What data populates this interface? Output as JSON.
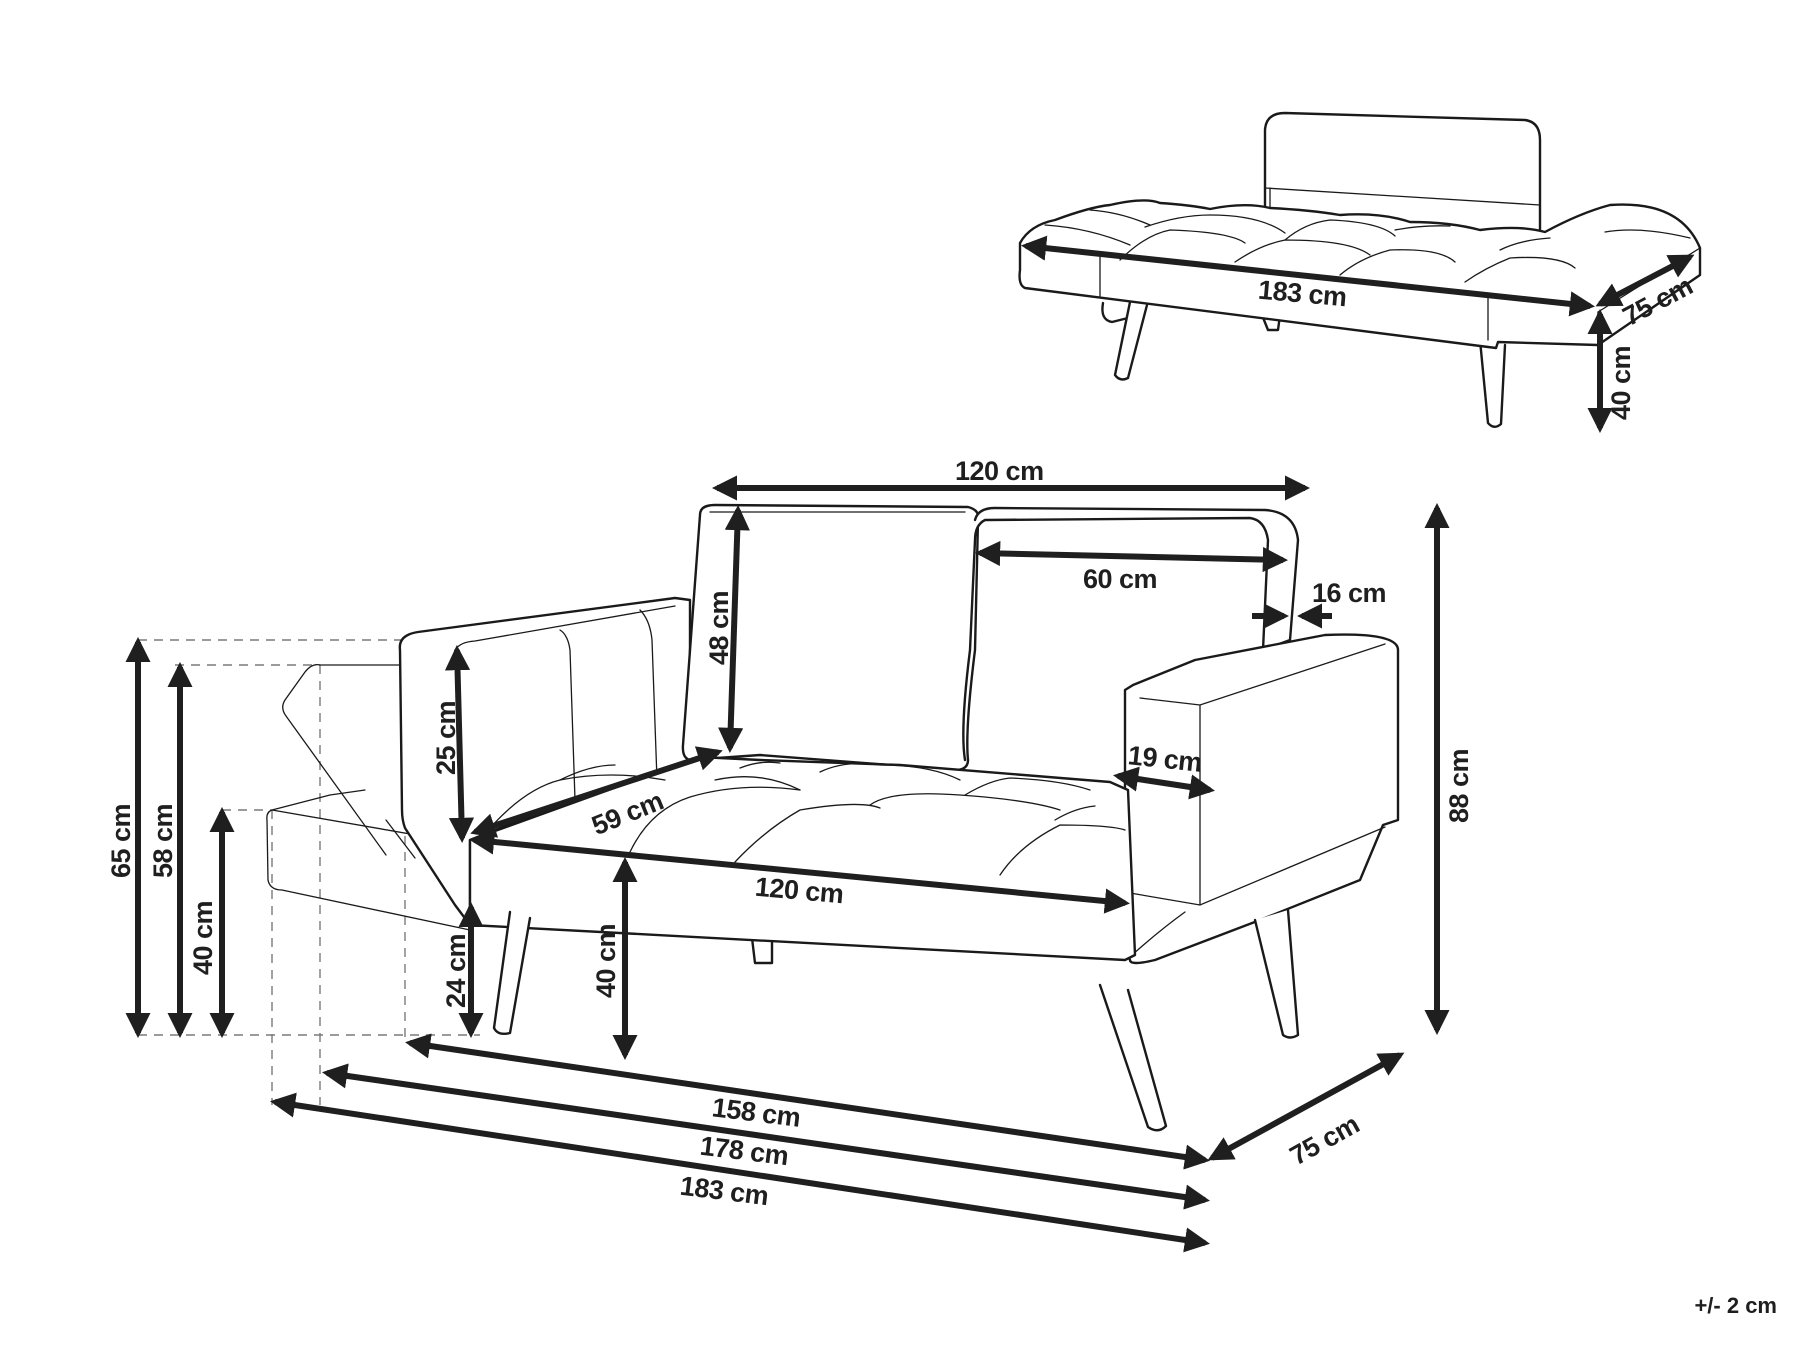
{
  "figure": {
    "title": "Sofa bed dimension drawing",
    "tolerance": "+/- 2 cm",
    "colors": {
      "line": "#1a1a1a",
      "dimension": "#1f1f1f",
      "guide": "#7a7a7a",
      "background": "#ffffff"
    }
  },
  "flat_view": {
    "description": "Sofa folded flat into bed (top right)",
    "length": "183 cm",
    "depth": "75 cm",
    "height": "40 cm"
  },
  "main_view": {
    "backrest_width": "120 cm",
    "cushion_width": "60 cm",
    "backrest_thickness": "16 cm",
    "total_height": "88 cm",
    "backrest_height": "48 cm",
    "armrest_height_above_seat": "25 cm",
    "seat_depth": "59 cm",
    "seat_width": "120 cm",
    "armrest_width": "19 cm",
    "seat_height": "40 cm",
    "armrest_leg_height": "24 cm",
    "armrest_up_height": "65 cm",
    "armrest_mid_height": "58 cm",
    "armrest_flat_height": "40 cm",
    "width_arms_up": "158 cm",
    "width_arms_mid": "178 cm",
    "width_arms_flat": "183 cm",
    "depth": "75 cm"
  }
}
